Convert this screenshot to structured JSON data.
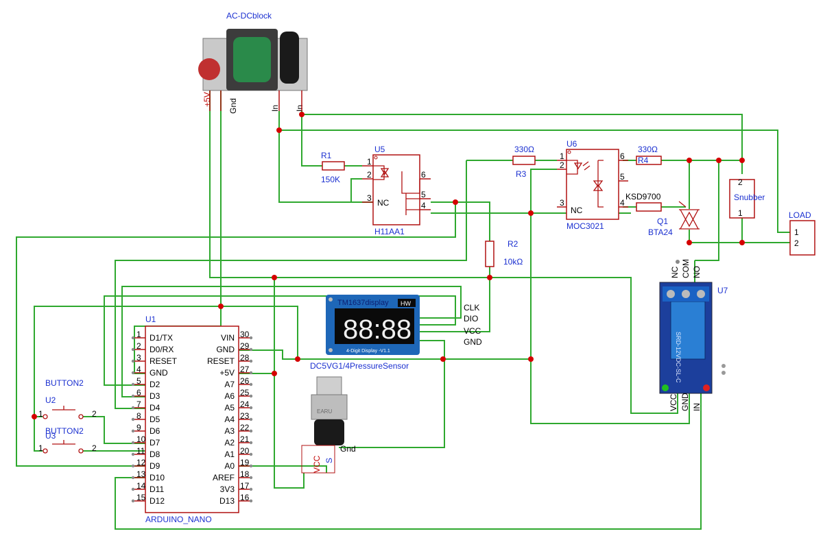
{
  "title": "",
  "components": {
    "ac_dc": {
      "name": "AC-DCblock",
      "pins": [
        "+5V",
        "Gnd",
        "In",
        "In"
      ]
    },
    "r1": {
      "ref": "R1",
      "value": "150K"
    },
    "u5": {
      "ref": "U5",
      "part": "H11AA1",
      "nc": "NC",
      "pins": [
        "1",
        "2",
        "3",
        "4",
        "5",
        "6"
      ]
    },
    "r3": {
      "ref": "R3",
      "value": "330Ω"
    },
    "u6": {
      "ref": "U6",
      "part": "MOC3021",
      "nc": "NC",
      "pins": [
        "1",
        "2",
        "3",
        "4",
        "5",
        "6"
      ]
    },
    "r4": {
      "ref": "R4",
      "value": "330Ω"
    },
    "ksd": {
      "name": "KSD9700"
    },
    "q1": {
      "ref": "Q1",
      "part": "BTA24"
    },
    "snubber": {
      "name": "Snubber",
      "pins": [
        "2",
        "1"
      ]
    },
    "load": {
      "name": "LOAD",
      "pins": [
        "1",
        "2"
      ]
    },
    "r2": {
      "ref": "R2",
      "value": "10kΩ"
    },
    "u7": {
      "ref": "U7",
      "top_pins": [
        "NC",
        "COM",
        "NO"
      ],
      "bottom_pins": [
        "VCC",
        "GND",
        "IN"
      ],
      "module_text": "SRD-12VDC-SL-C"
    },
    "display": {
      "name": "TM1637display",
      "badge": "HW",
      "digits": "88:88",
      "caption": "4-Digit Display -V1.1",
      "pins": [
        "CLK",
        "DIO",
        "VCC",
        "GND"
      ]
    },
    "sensor": {
      "name": "DC5VG1/4PressureSensor",
      "brand": "EARU",
      "pins": [
        "VCC",
        "S",
        "Gnd"
      ]
    },
    "button2": {
      "ref": "U2",
      "name": "BUTTON2",
      "pins": [
        "1",
        "2"
      ]
    },
    "button3": {
      "ref": "U3",
      "name": "BUTTON2",
      "pins": [
        "1",
        "2"
      ]
    },
    "u1": {
      "ref": "U1",
      "part": "ARDUINO_NANO",
      "left": [
        {
          "n": "1",
          "label": "D1/TX"
        },
        {
          "n": "2",
          "label": "D0/RX"
        },
        {
          "n": "3",
          "label": "RESET"
        },
        {
          "n": "4",
          "label": "GND"
        },
        {
          "n": "5",
          "label": "D2"
        },
        {
          "n": "6",
          "label": "D3"
        },
        {
          "n": "7",
          "label": "D4"
        },
        {
          "n": "8",
          "label": "D5"
        },
        {
          "n": "9",
          "label": "D6"
        },
        {
          "n": "10",
          "label": "D7"
        },
        {
          "n": "11",
          "label": "D8"
        },
        {
          "n": "12",
          "label": "D9"
        },
        {
          "n": "13",
          "label": "D10"
        },
        {
          "n": "14",
          "label": "D11"
        },
        {
          "n": "15",
          "label": "D12"
        }
      ],
      "right": [
        {
          "n": "30",
          "label": "VIN"
        },
        {
          "n": "29",
          "label": "GND"
        },
        {
          "n": "28",
          "label": "RESET"
        },
        {
          "n": "27",
          "label": "+5V"
        },
        {
          "n": "26",
          "label": "A7"
        },
        {
          "n": "25",
          "label": "A6"
        },
        {
          "n": "24",
          "label": "A5"
        },
        {
          "n": "23",
          "label": "A4"
        },
        {
          "n": "22",
          "label": "A3"
        },
        {
          "n": "21",
          "label": "A2"
        },
        {
          "n": "20",
          "label": "A1"
        },
        {
          "n": "19",
          "label": "A0"
        },
        {
          "n": "18",
          "label": "AREF"
        },
        {
          "n": "17",
          "label": "3V3"
        },
        {
          "n": "16",
          "label": "D13"
        }
      ]
    }
  },
  "colors": {
    "wire": "#2ea82e",
    "pin": "#b01010",
    "junction": "#d40000",
    "label": "#1a2fd0"
  }
}
